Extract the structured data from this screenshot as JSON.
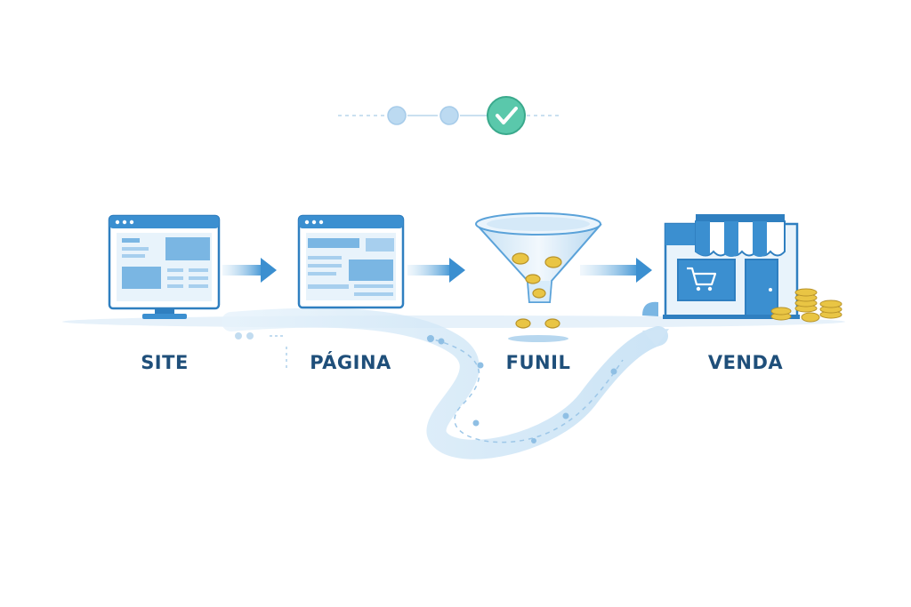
{
  "colors": {
    "primary": "#3b8fd0",
    "primary_dark": "#1f6fb0",
    "light": "#cfe6f6",
    "pale": "#e8f3fb",
    "label": "#1f4f7a",
    "success": "#4cc7a8",
    "coin": "#e9c544",
    "coin_dark": "#b8932a"
  },
  "progress": {
    "current_step": 3,
    "total_steps": 3,
    "completed_icon": "check-icon"
  },
  "steps": [
    {
      "id": "site",
      "label": "SITE",
      "icon": "monitor-icon"
    },
    {
      "id": "pagina",
      "label": "PÁGINA",
      "icon": "browser-window-icon"
    },
    {
      "id": "funil",
      "label": "FUNIL",
      "icon": "funnel-icon"
    },
    {
      "id": "venda",
      "label": "VENDA",
      "icon": "storefront-icon"
    }
  ]
}
